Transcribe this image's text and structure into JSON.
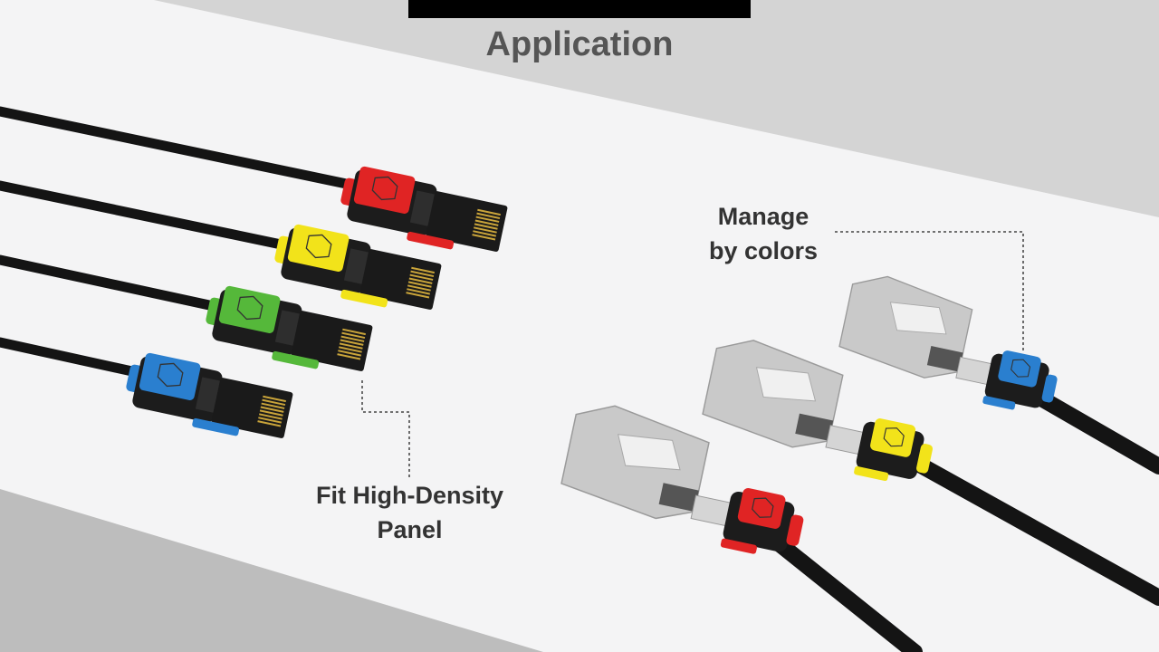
{
  "slide": {
    "title": "Application",
    "captions": {
      "density": {
        "line1": "Fit High-Density",
        "line2": "Panel"
      },
      "colors": {
        "line1": "Manage",
        "line2": "by colors"
      }
    }
  },
  "colors": {
    "background_light": "#f4f4f5",
    "background_band": "#d4d4d4",
    "background_band_lower": "#bdbdbd",
    "cable": "#141414",
    "connector_body": "#1c1c1c",
    "boot_red": "#e02424",
    "boot_yellow": "#f2e31a",
    "boot_green": "#55b83a",
    "boot_blue": "#2a7fcf",
    "keystone_metal": "#c9c9c9",
    "title_text": "#555555",
    "caption_text": "#333333"
  },
  "left_plugs": [
    {
      "color": "red"
    },
    {
      "color": "yellow"
    },
    {
      "color": "green"
    },
    {
      "color": "blue"
    }
  ],
  "right_keystones": [
    {
      "color": "red"
    },
    {
      "color": "yellow"
    },
    {
      "color": "blue"
    }
  ]
}
